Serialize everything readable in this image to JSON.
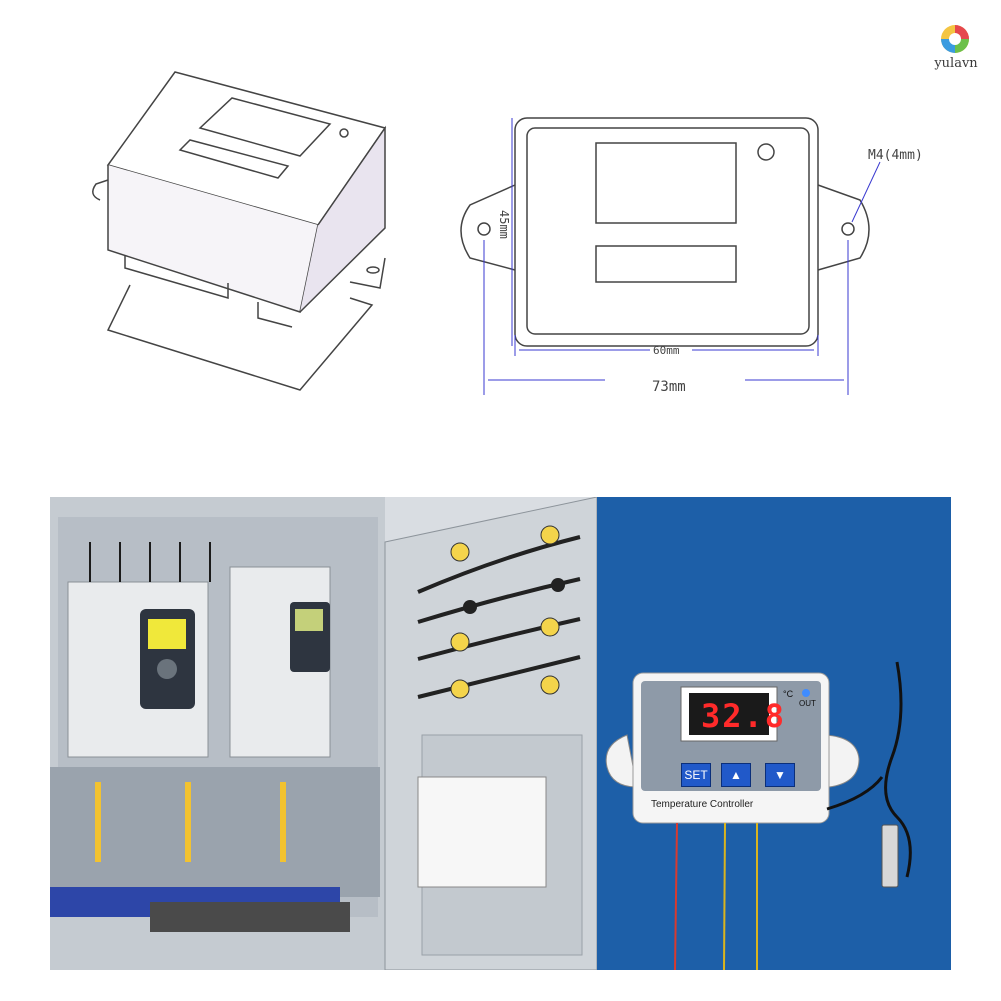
{
  "brand": {
    "name": "yulavn",
    "tagline": "yulavn"
  },
  "dimensions": {
    "height_label": "45mm",
    "inner_width_label": "60mm",
    "outer_width_label": "73mm",
    "hole_label": "M4(4mm)"
  },
  "product": {
    "display_value": "32.8",
    "unit": "°C",
    "indicator_label": "OUT",
    "set_label": "SET",
    "up_icon": "triangle-up-icon",
    "down_icon": "triangle-down-icon",
    "name_label": "Temperature Controller"
  },
  "colors": {
    "line": "#444444",
    "dimension": "#3a3ad0",
    "photo_bg": "#1d5fa8",
    "lcd_red": "#ff2a2a",
    "button_blue": "#2159c9"
  }
}
